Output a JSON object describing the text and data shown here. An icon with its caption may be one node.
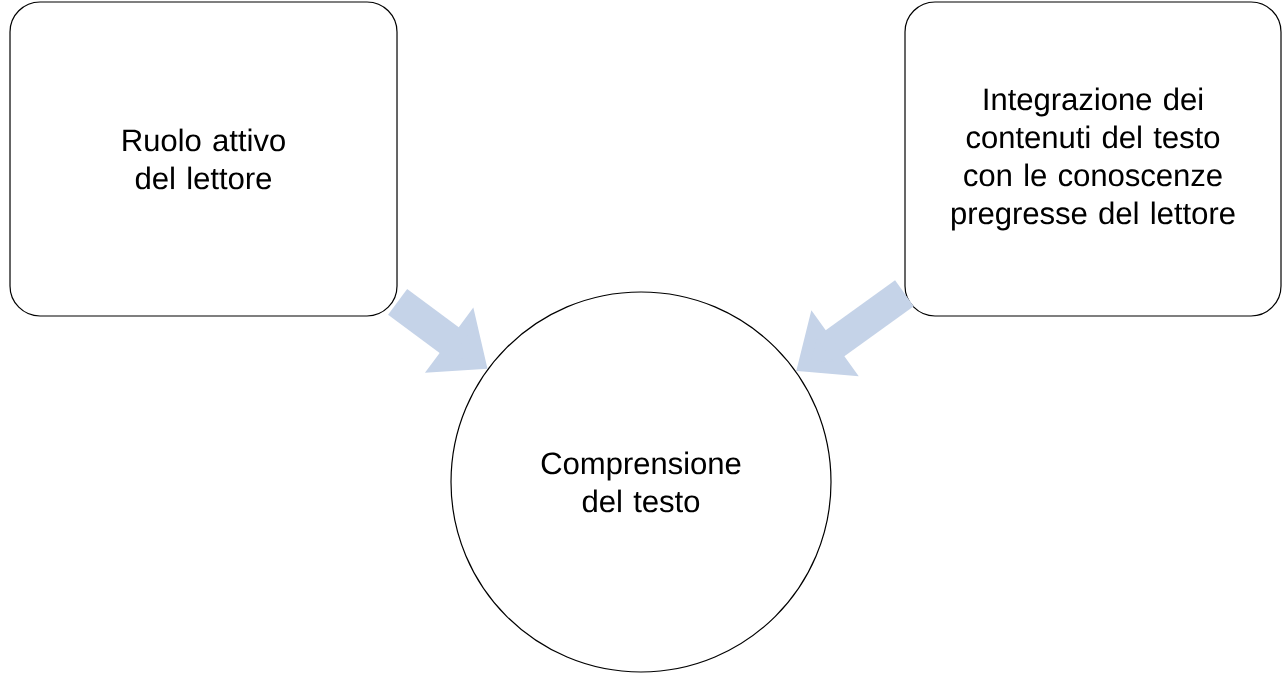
{
  "diagram": {
    "nodes": [
      {
        "text": [
          "Ruolo attivo del lettore"
        ]
      },
      {
        "text": [
          "Integrazione dei contenuti del testo con le conoscenze pregresse del lettore"
        ]
      },
      {
        "text": [
          "Comprensione del testo"
        ]
      }
    ],
    "edges": [
      {
        "from": 0,
        "to": 2,
        "arrow": "to"
      },
      {
        "from": 1,
        "to": 2,
        "arrow": "to"
      }
    ]
  }
}
